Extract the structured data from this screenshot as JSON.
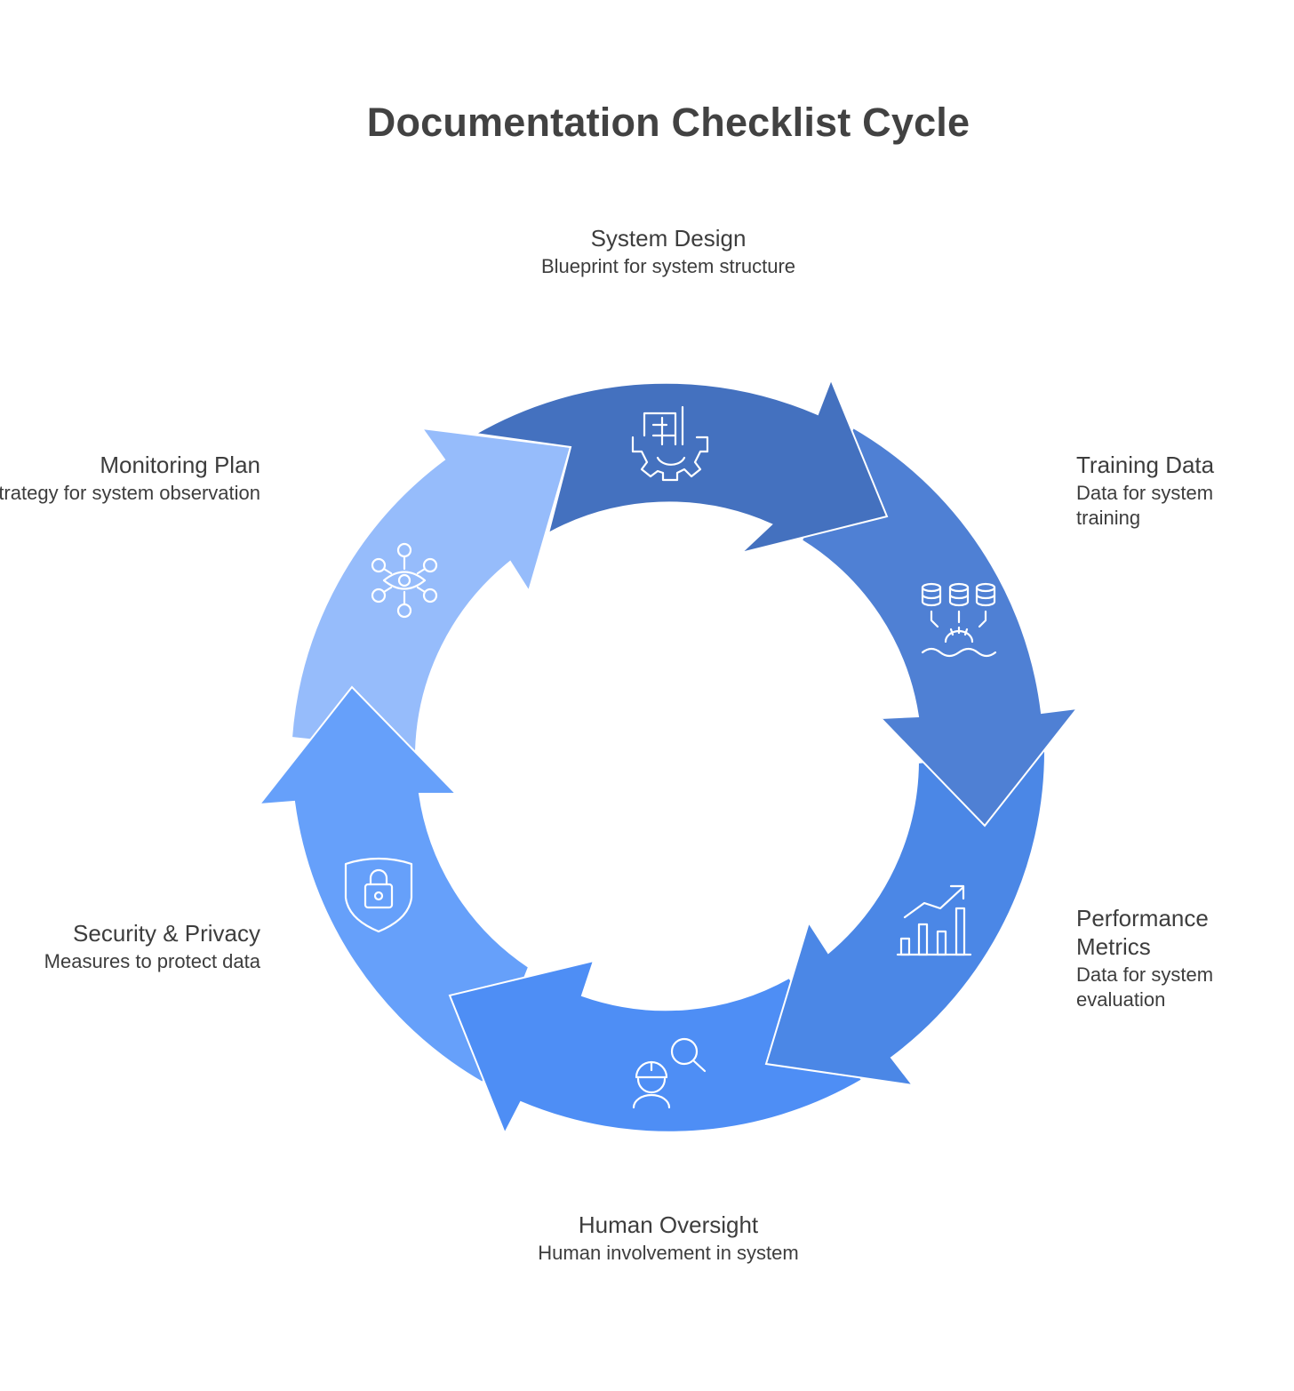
{
  "title": "Documentation Checklist Cycle",
  "colors": {
    "system_design": "#4471bf",
    "training_data": "#4f80d4",
    "performance_metrics": "#4b87e6",
    "human_oversight": "#4e8ef5",
    "security_privacy": "#66a0fa",
    "monitoring_plan": "#96bcfb"
  },
  "steps": [
    {
      "heading": "System Design",
      "desc": "Blueprint for system structure",
      "icon": "gear-blueprint-icon"
    },
    {
      "heading": "Training Data",
      "desc": "Data for system training",
      "icon": "database-funnel-icon"
    },
    {
      "heading": "Performance Metrics",
      "desc": "Data for system evaluation",
      "icon": "bar-chart-trend-icon"
    },
    {
      "heading": "Human Oversight",
      "desc": "Human involvement in system",
      "icon": "person-search-icon"
    },
    {
      "heading": "Security & Privacy",
      "desc": "Measures to protect data",
      "icon": "shield-lock-icon"
    },
    {
      "heading": "Monitoring Plan",
      "desc": "Strategy for system observation",
      "icon": "network-eye-icon"
    }
  ]
}
